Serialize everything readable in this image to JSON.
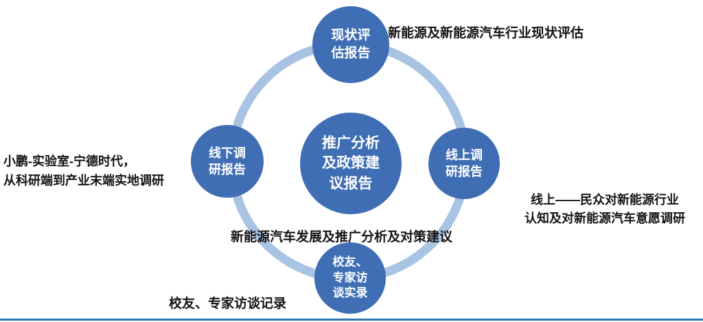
{
  "diagram": {
    "center": {
      "label": "推广分析\n及政策建\n议报告"
    },
    "nodes": {
      "top": {
        "label": "现状评\n估报告"
      },
      "right": {
        "label": "线上调\n研报告"
      },
      "bottom": {
        "label": "校友、\n专家访\n谈实录"
      },
      "left": {
        "label": "线下调\n研报告"
      }
    },
    "annotations": {
      "top_right": "新能源及新能源汽车行业现状评估",
      "right": "线上——民众对新能源行业\n认知及对新能源汽车意愿调研",
      "left": "小鹏-实验室-宁德时代，\n从科研端到产业末端实地调研",
      "bottom_center": "新能源汽车发展及推广分析及对策建议",
      "bottom_left": "校友、专家访谈记录"
    },
    "colors": {
      "node_fill": "#3f6eb4",
      "ring": "#a9c3e2",
      "baseline": "#2e75b6",
      "node_text": "#ffffff",
      "annotation_text": "#141414"
    }
  }
}
